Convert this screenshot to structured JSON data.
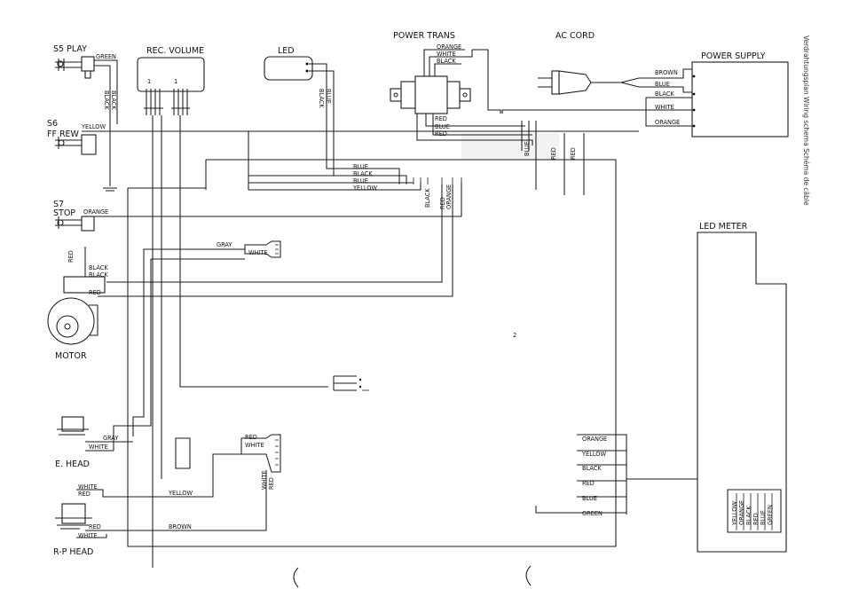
{
  "side_caption": "Verdrahtungsplan Wiring schema  Schéma de câble",
  "components": {
    "s5_play": "S5  PLAY",
    "s6_line1": "S6",
    "s6_line2": "FF  REW",
    "s7_line1": "S7",
    "s7_line2": "STOP",
    "rec_volume": "REC. VOLUME",
    "rec_volume_pin_a": "1",
    "rec_volume_pin_b": "1",
    "led": "LED",
    "power_trans": "POWER TRANS",
    "ac_cord": "AC CORD",
    "power_supply": "POWER SUPPLY",
    "led_meter": "LED METER",
    "motor": "MOTOR",
    "e_head": "E. HEAD",
    "rp_head": "R-P HEAD",
    "stray_mark": "2"
  },
  "wires": {
    "green": "GREEN",
    "black": "BLACK",
    "blue": "BLUE",
    "yellow": "YELLOW",
    "red": "RED",
    "orange": "ORANGE",
    "white": "WHITE",
    "gray": "GRAY",
    "brown": "BROWN"
  },
  "led_meter_wires": [
    "YELLOW",
    "ORANGE",
    "BLACK",
    "RED",
    "BLUE",
    "GREEN"
  ],
  "led_meter_bus_wires": [
    "ORANGE",
    "YELLOW",
    "BLACK",
    "RED",
    "BLUE",
    "GREEN"
  ]
}
